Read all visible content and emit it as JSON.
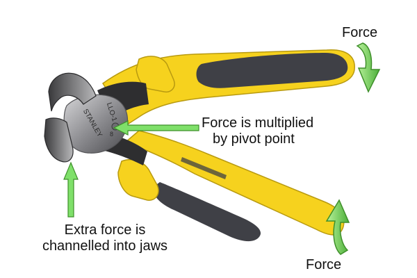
{
  "diagram": {
    "labels": {
      "force_top": "Force",
      "force_bottom": "Force",
      "pivot_line1": "Force is multiplied",
      "pivot_line2": "by pivot point",
      "jaws_line1": "Extra force is",
      "jaws_line2": "channelled into jaws"
    },
    "stamp": {
      "brand": "STANLEY",
      "code": "LLO-1",
      "number": "8"
    },
    "colors": {
      "handle_yellow": "#f6d21e",
      "handle_grip": "#3f4046",
      "metal": "#9a9a9c",
      "arrow_green": "#6fcf4a",
      "arrow_outline": "#3e8f2a",
      "pointer_green": "#7fe06a"
    }
  }
}
